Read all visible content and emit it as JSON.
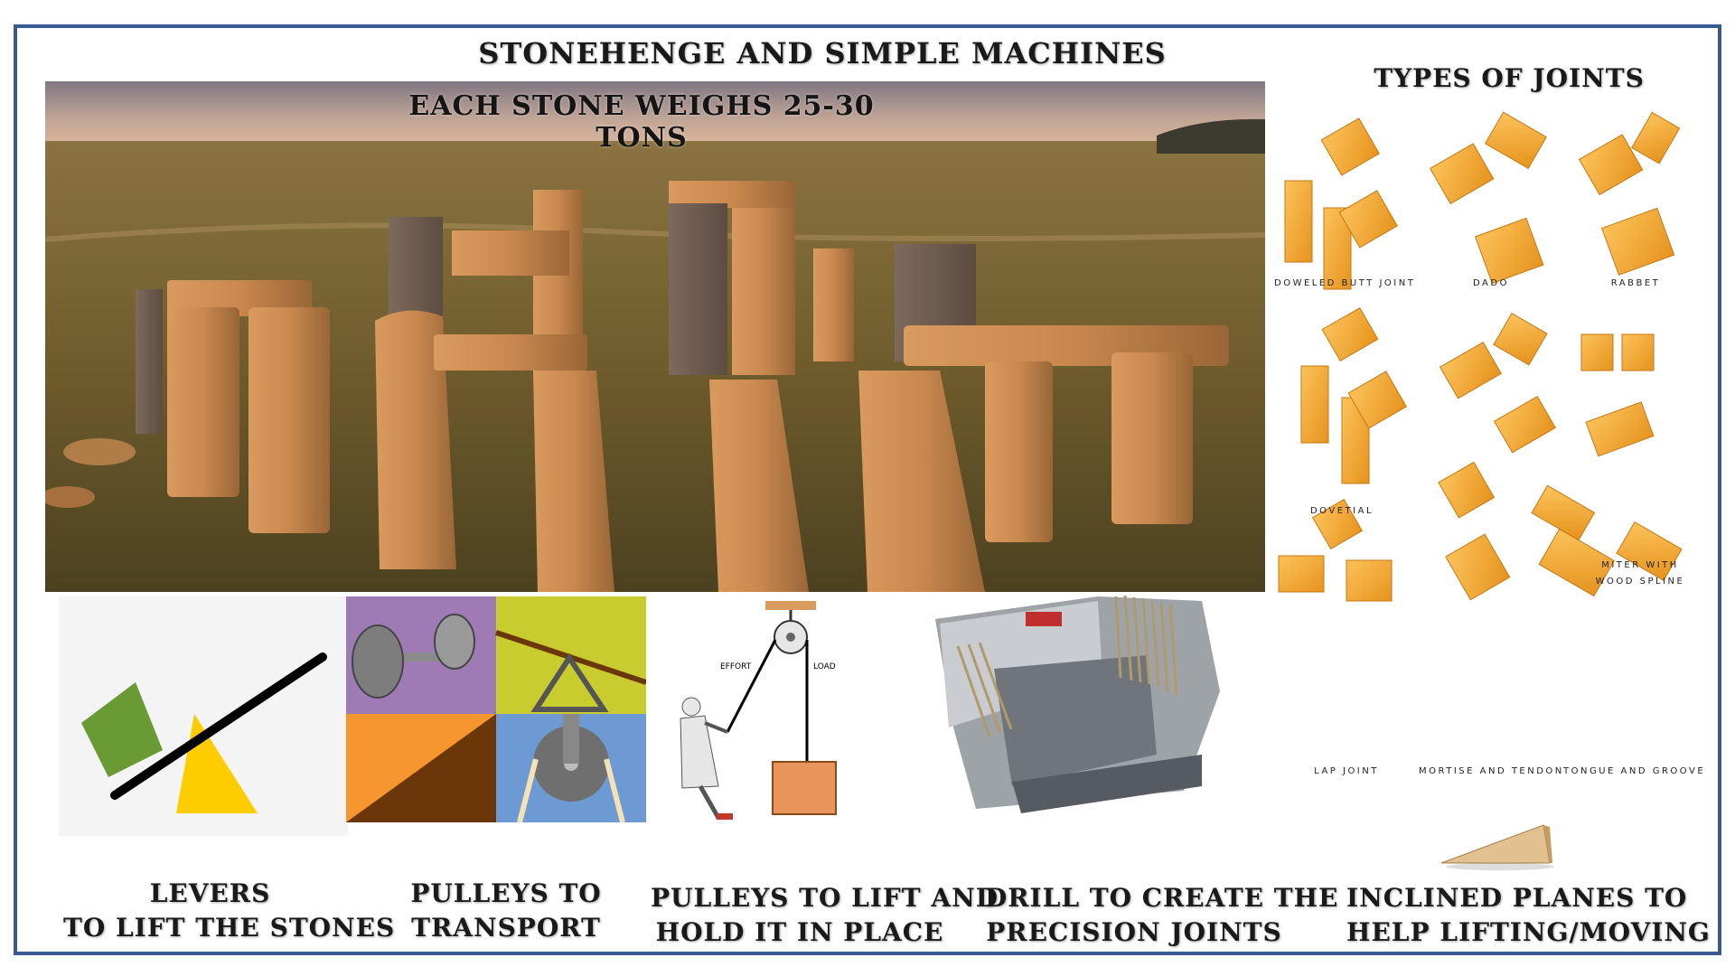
{
  "header": {
    "title": "STONEHENGE AND SIMPLE MACHINES"
  },
  "photo": {
    "caption": "EACH STONE WEIGHS 25-30 TONS"
  },
  "joints": {
    "title": "TYPES OF JOINTS",
    "labels": {
      "doweled_butt": "DOWELED BUTT JOINT",
      "dado": "DADO",
      "rabbet": "RABBET",
      "dovetail": "DOVETIAL",
      "miter_line1": "MITER WITH",
      "miter_line2": "WOOD SPLINE",
      "lap": "LAP JOINT",
      "mortise": "MORTISE AND TENDON",
      "tongue": "TONGUE AND GROOVE"
    }
  },
  "pulley_diagram": {
    "effort": "EFFORT",
    "load": "LOAD"
  },
  "captions": {
    "levers_line1": "LEVERS",
    "levers_line2": "TO LIFT THE STONES",
    "transport_line1": "PULLEYS TO",
    "transport_line2": "TRANSPORT",
    "lift_line1": "PULLEYS TO LIFT AND",
    "lift_line2": "HOLD IT IN PLACE",
    "drill_line1": "DRILL TO CREATE THE",
    "drill_line2": "PRECISION JOINTS",
    "incline_line1": "INCLINED PLANES TO",
    "incline_line2": "HELP LIFTING/MOVING"
  },
  "colors": {
    "frame": "#3a5a93",
    "wood": "#f3a531",
    "lever_green": "#6a9a34",
    "lever_yellow": "#ffcc00",
    "purple": "#9e7bb5",
    "lime": "#c8cc2e",
    "orange": "#f7962f",
    "brown": "#6b3708",
    "blue": "#6d9ad3"
  }
}
